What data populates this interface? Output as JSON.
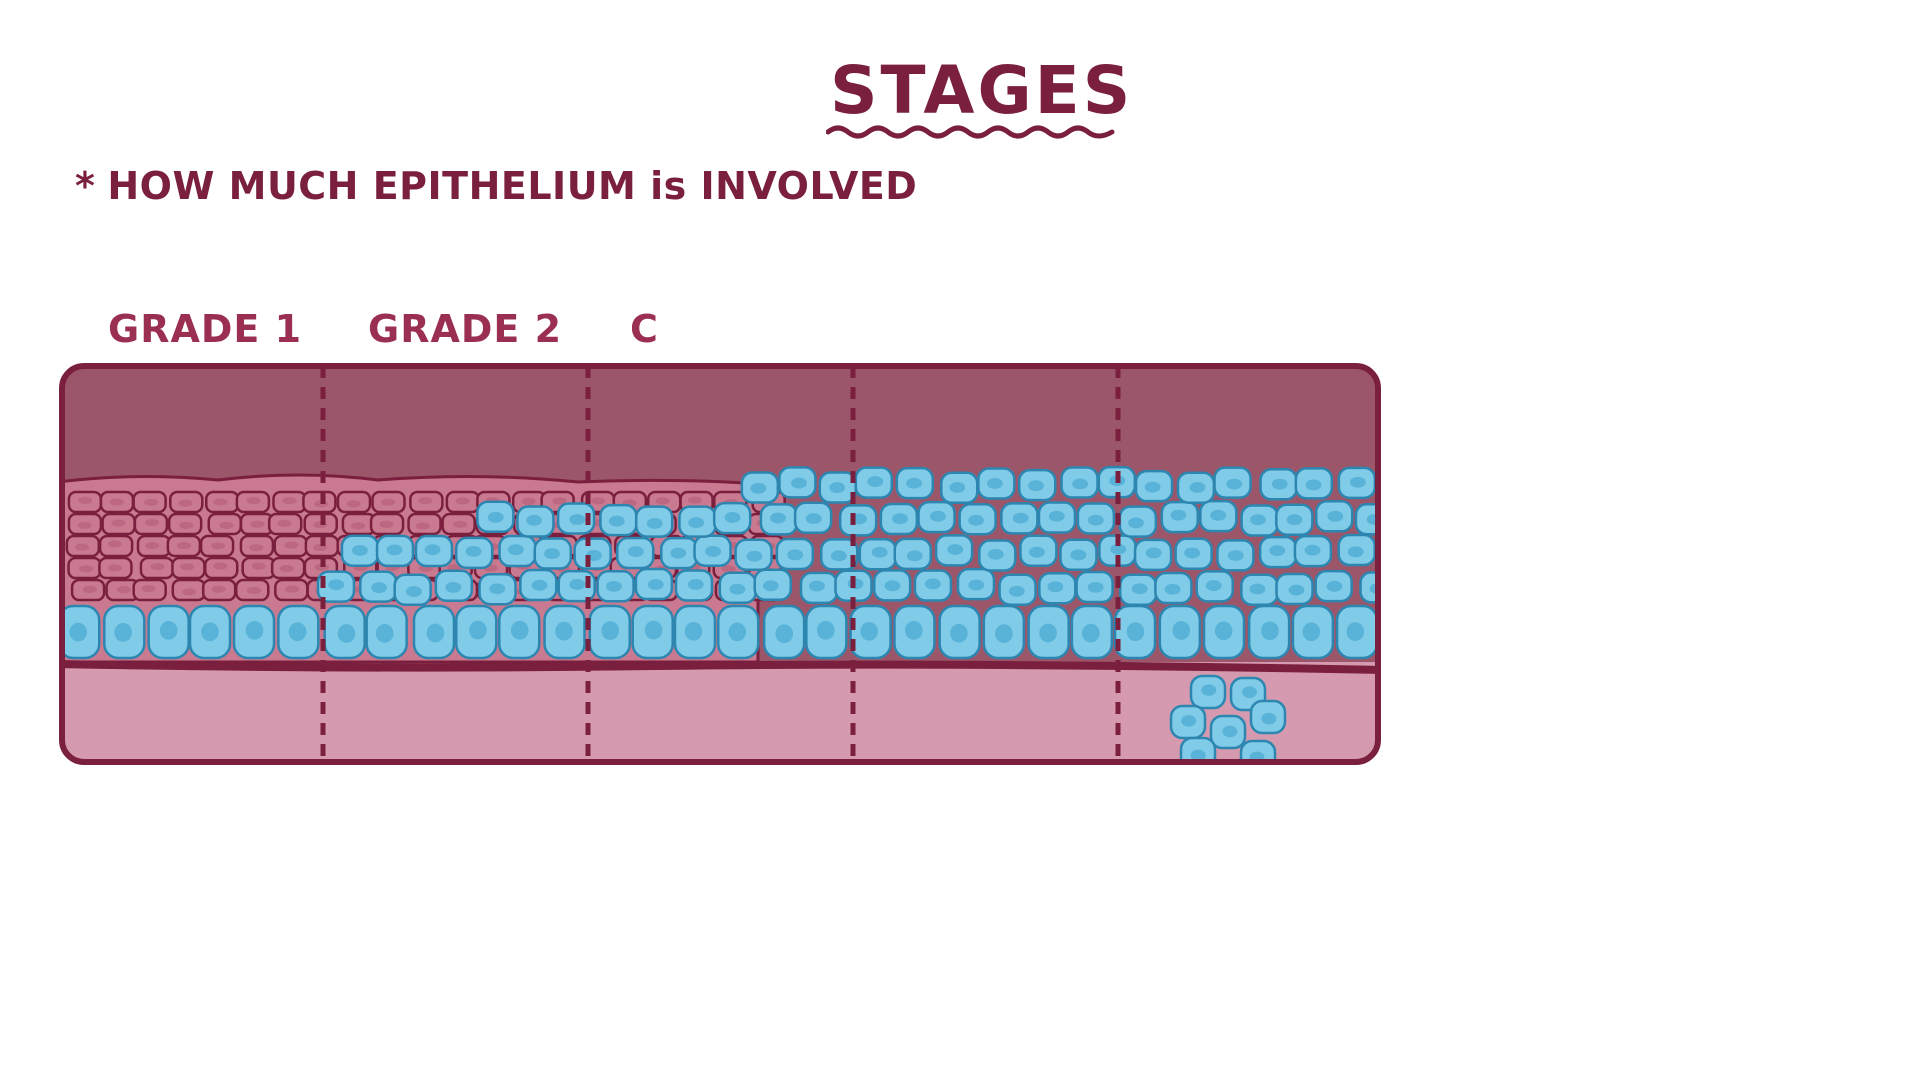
{
  "title": "STAGES",
  "bullet": {
    "star": "*",
    "text": "HOW MUCH EPITHELIUM is INVOLVED"
  },
  "grades": [
    "GRADE 1",
    "GRADE 2",
    "C"
  ],
  "colors": {
    "ink": "#7a1f3d",
    "lumen": "#9b566a",
    "normal_cells": "#c97a90",
    "dysplastic_cells": "#7fcbe8",
    "stroma": "#d59aaf",
    "border": "#7a1f3d"
  }
}
